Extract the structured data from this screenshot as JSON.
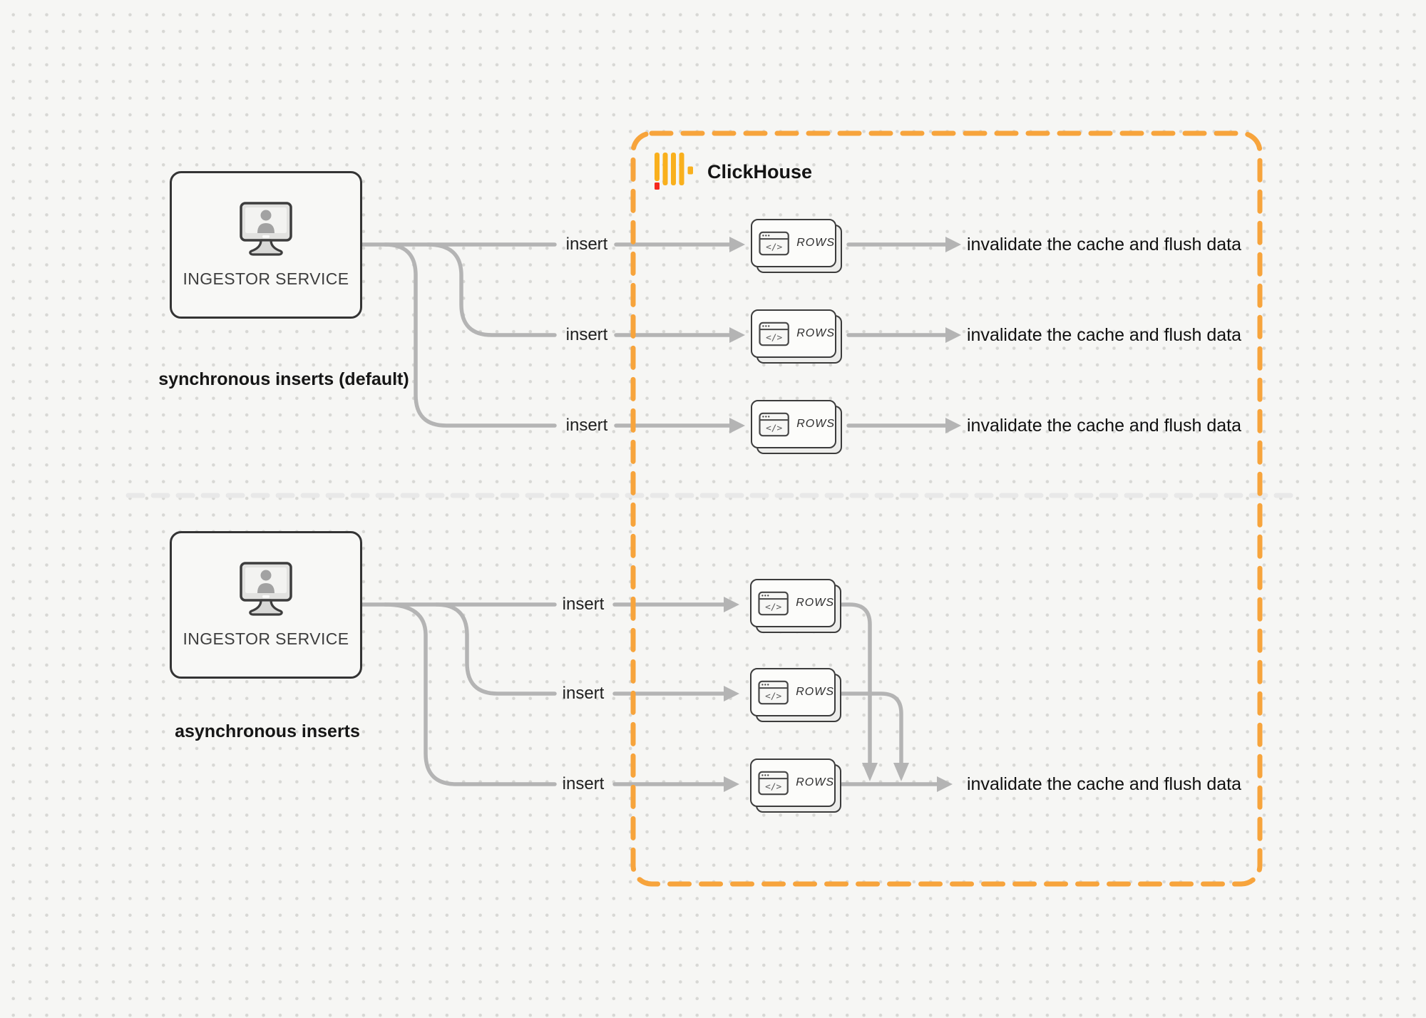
{
  "clickhouse_panel": {
    "logo_label": "ClickHouse"
  },
  "sections": [
    {
      "caption": "synchronous inserts (default)",
      "service_label": "INGESTOR SERVICE",
      "flows": [
        {
          "edge_label": "insert",
          "node_label": "ROWS",
          "result_label": "invalidate the cache and flush data"
        },
        {
          "edge_label": "insert",
          "node_label": "ROWS",
          "result_label": "invalidate the cache and flush data"
        },
        {
          "edge_label": "insert",
          "node_label": "ROWS",
          "result_label": "invalidate the cache and flush data"
        }
      ]
    },
    {
      "caption": "asynchronous inserts",
      "service_label": "INGESTOR SERVICE",
      "flows": [
        {
          "edge_label": "insert",
          "node_label": "ROWS"
        },
        {
          "edge_label": "insert",
          "node_label": "ROWS"
        },
        {
          "edge_label": "insert",
          "node_label": "ROWS"
        }
      ],
      "merged_result_label": "invalidate the cache and flush data"
    }
  ],
  "icons": {
    "ingestor_icon": "monitor-user-icon",
    "rows_icon": "code-window-icon",
    "clickhouse_icon": "clickhouse-bars-logo",
    "code_glyph": "</>"
  },
  "colors": {
    "accent_orange": "#F7A43C",
    "logo_yellow": "#F9B01D",
    "logo_red": "#F5281E",
    "connector_gray": "#B4B4B4",
    "divider_gray": "#E8E8E8",
    "node_border": "#3C3C3C",
    "background": "#F6F6F4"
  }
}
